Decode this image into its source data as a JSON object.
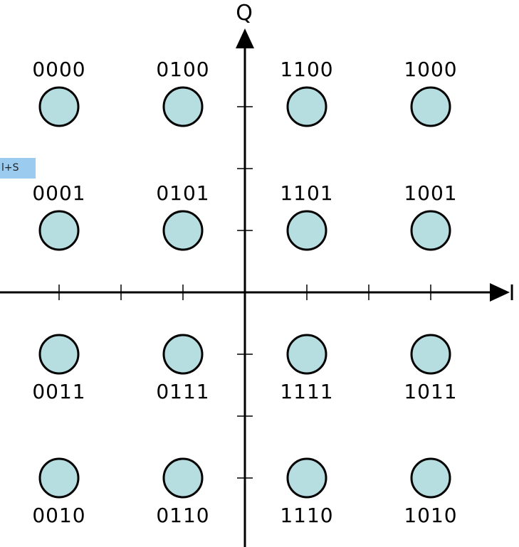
{
  "axes": {
    "x_label": "I",
    "y_label": "Q"
  },
  "tooltip": {
    "text": "l+S"
  },
  "colors": {
    "point_fill": "#b6dde0",
    "point_stroke": "#000000",
    "axis": "#000000",
    "tooltip_bg": "#9ccbf0"
  },
  "points": [
    {
      "label": "0000",
      "i": -3,
      "q": 3
    },
    {
      "label": "0100",
      "i": -1,
      "q": 3
    },
    {
      "label": "1100",
      "i": 1,
      "q": 3
    },
    {
      "label": "1000",
      "i": 3,
      "q": 3
    },
    {
      "label": "0001",
      "i": -3,
      "q": 1
    },
    {
      "label": "0101",
      "i": -1,
      "q": 1
    },
    {
      "label": "1101",
      "i": 1,
      "q": 1
    },
    {
      "label": "1001",
      "i": 3,
      "q": 1
    },
    {
      "label": "0011",
      "i": -3,
      "q": -1
    },
    {
      "label": "0111",
      "i": -1,
      "q": -1
    },
    {
      "label": "1111",
      "i": 1,
      "q": -1
    },
    {
      "label": "1011",
      "i": 3,
      "q": -1
    },
    {
      "label": "0010",
      "i": -3,
      "q": -3
    },
    {
      "label": "0110",
      "i": -1,
      "q": -3
    },
    {
      "label": "1110",
      "i": 1,
      "q": -3
    },
    {
      "label": "1010",
      "i": 3,
      "q": -3
    }
  ]
}
